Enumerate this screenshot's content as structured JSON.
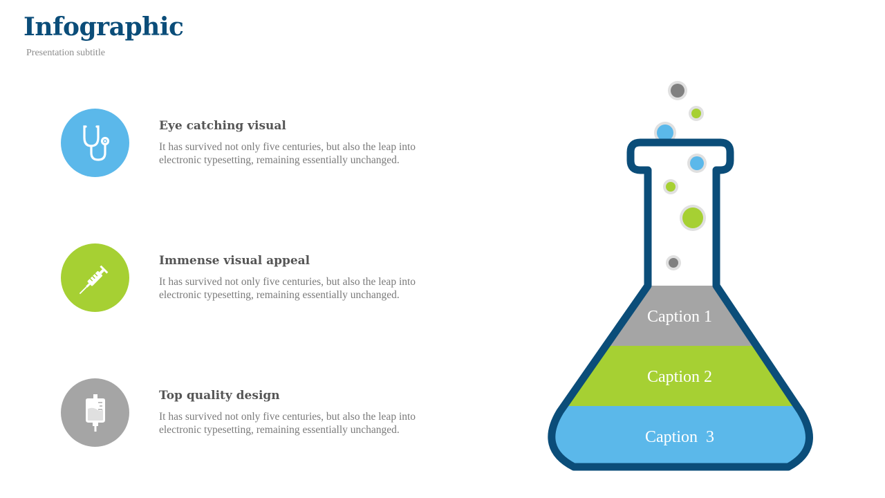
{
  "header": {
    "title": "Infographic",
    "subtitle": "Presentation subtitle"
  },
  "features": [
    {
      "icon": "stethoscope-icon",
      "color": "#5bb8ea",
      "heading": "Eye catching visual",
      "text": "It has survived not only five centuries, but also the leap into electronic typesetting, remaining essentially unchanged."
    },
    {
      "icon": "syringe-icon",
      "color": "#a6d033",
      "heading": "Immense visual appeal",
      "text": "It has survived not only five centuries, but also the leap into electronic typesetting, remaining essentially unchanged."
    },
    {
      "icon": "iv-bag-icon",
      "color": "#a5a5a5",
      "heading": "Top quality design",
      "text": "It has survived not only five centuries, but also the leap into electronic typesetting, remaining essentially unchanged."
    }
  ],
  "flask": {
    "outline_color": "#0b4d79",
    "layers": [
      {
        "caption": "Caption 1",
        "color": "#a5a5a5"
      },
      {
        "caption": "Caption 2",
        "color": "#a6d033"
      },
      {
        "caption": "Caption  3",
        "color": "#5bb8ea"
      }
    ]
  }
}
